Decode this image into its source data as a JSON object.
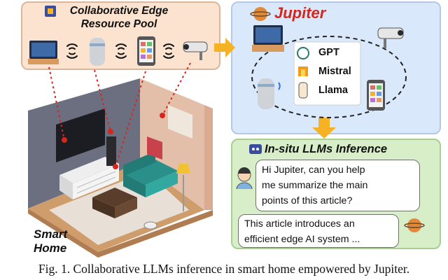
{
  "resource_pool": {
    "title_line1": "Collaborative Edge",
    "title_line2": "Resource Pool"
  },
  "jupiter": {
    "title": "Jupiter",
    "models": [
      "GPT",
      "Mistral",
      "Llama"
    ]
  },
  "inference": {
    "title": "In-situ LLMs Inference",
    "question_lines": [
      "Hi Jupiter, can you help",
      "me summarize the main",
      "points of this article?"
    ],
    "answer_lines": [
      "This article introduces an",
      "efficient edge AI system ..."
    ]
  },
  "home": {
    "label_line1": "Smart",
    "label_line2": "Home"
  },
  "caption": "Fig. 1.  Collaborative LLMs inference in smart home empowered by Jupiter.",
  "colors": {
    "pool_bg": "#fbe3cf",
    "jupiter_bg": "#d9e8fb",
    "inference_bg": "#d8eec9",
    "jupiter_title": "#d7261e",
    "arrow": "#f5b225",
    "dash_red": "#d7261e"
  },
  "icons": [
    "chip-icon",
    "jupiter-planet-icon",
    "robot-icon",
    "user-avatar-icon",
    "pdf-icon",
    "tv-icon",
    "smart-speaker-icon",
    "smartphone-icon",
    "security-camera-icon",
    "wifi-icon",
    "openai-icon",
    "mistral-icon",
    "llama-icon"
  ]
}
